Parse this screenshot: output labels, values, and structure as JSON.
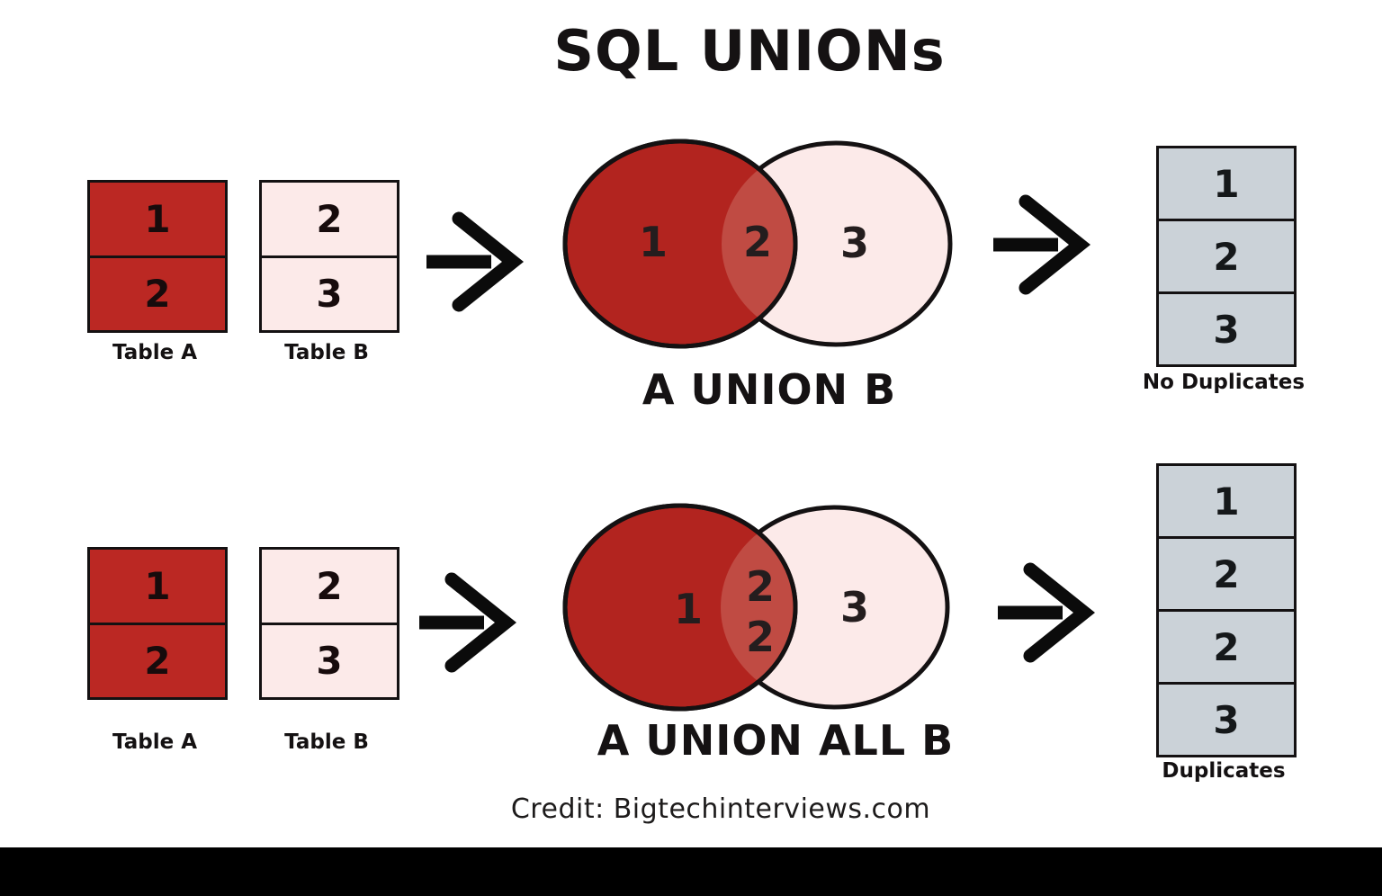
{
  "title": "SQL UNIONs",
  "credit": "Credit: Bigtechinterviews.com",
  "colors": {
    "table_red": "#BB2823",
    "circle_red": "#B2241F",
    "overlap_red": "#C04B43",
    "pink": "#FCEAE9",
    "result_gray": "#CBD2D8",
    "ink": "#141112",
    "footer_bar": "#000000"
  },
  "sections": [
    {
      "name": "union",
      "table_a": {
        "label": "Table A",
        "rows": [
          "1",
          "2"
        ]
      },
      "table_b": {
        "label": "Table B",
        "rows": [
          "2",
          "3"
        ]
      },
      "venn": {
        "label": "A UNION B",
        "left_values": [
          "1"
        ],
        "overlap_values": [
          "2"
        ],
        "right_values": [
          "3"
        ]
      },
      "result": {
        "label": "No Duplicates",
        "rows": [
          "1",
          "2",
          "3"
        ]
      }
    },
    {
      "name": "union_all",
      "table_a": {
        "label": "Table A",
        "rows": [
          "1",
          "2"
        ]
      },
      "table_b": {
        "label": "Table B",
        "rows": [
          "2",
          "3"
        ]
      },
      "venn": {
        "label": "A UNION ALL B",
        "left_values": [
          "1"
        ],
        "overlap_values": [
          "2",
          "2"
        ],
        "right_values": [
          "3"
        ]
      },
      "result": {
        "label": "Duplicates",
        "rows": [
          "1",
          "2",
          "2",
          "3"
        ]
      }
    }
  ]
}
